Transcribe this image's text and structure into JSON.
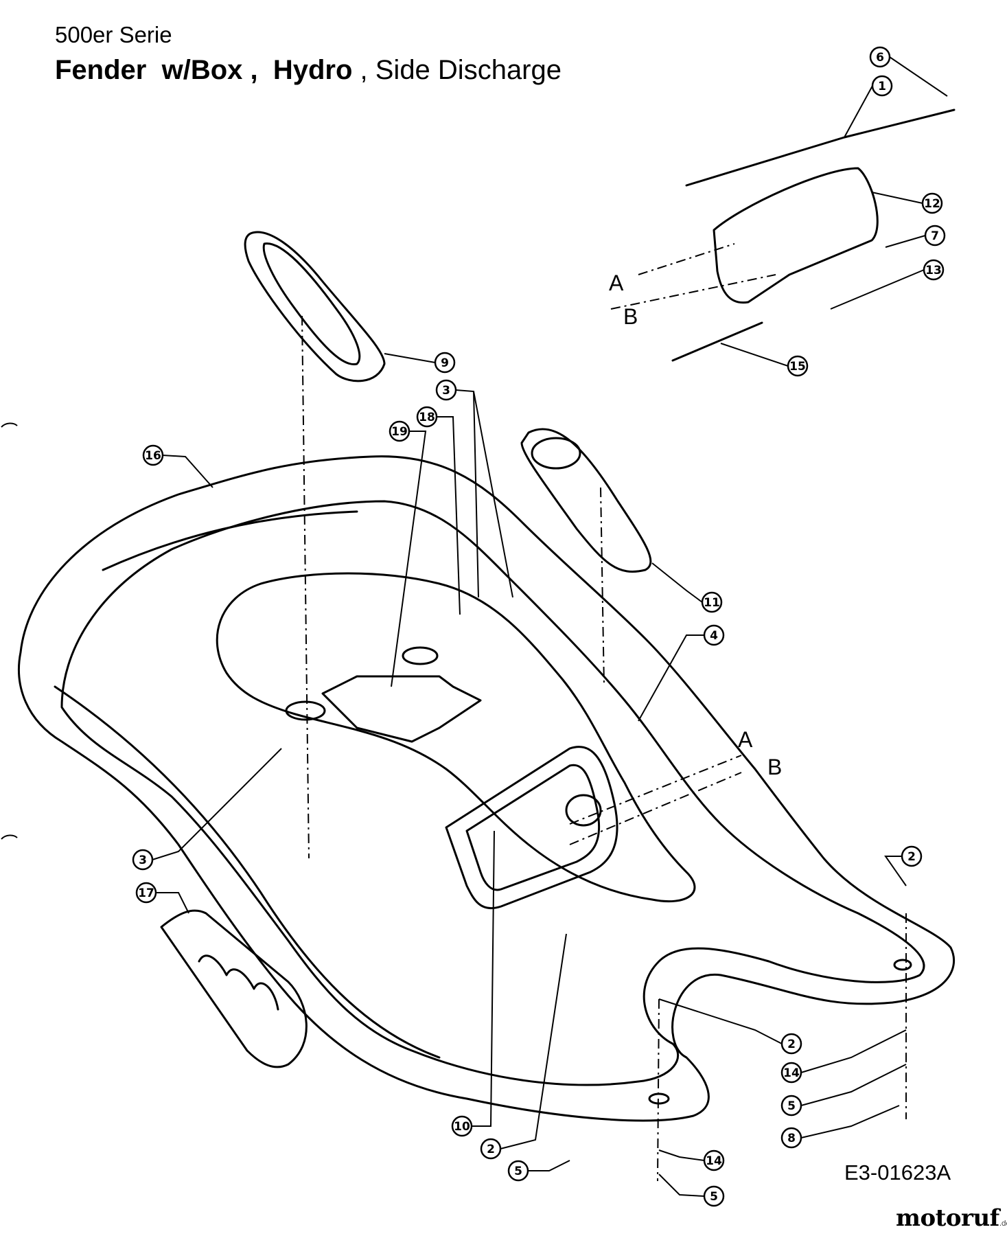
{
  "title": {
    "series": "500er Serie",
    "main_bold_1": "Fender  w/Box ,  Hydro",
    "main_rest": " , Side Discharge"
  },
  "drawing_code": "E3-01623A",
  "watermark": {
    "brand": "motoruf",
    "suffix": ".de"
  },
  "reference_letters": {
    "a": "A",
    "b": "B"
  },
  "callouts": [
    "6",
    "1",
    "12",
    "7",
    "13",
    "15",
    "9",
    "3",
    "18",
    "19",
    "16",
    "11",
    "4",
    "3",
    "17",
    "2",
    "2",
    "14",
    "5",
    "8",
    "10",
    "2",
    "5",
    "14",
    "5"
  ]
}
